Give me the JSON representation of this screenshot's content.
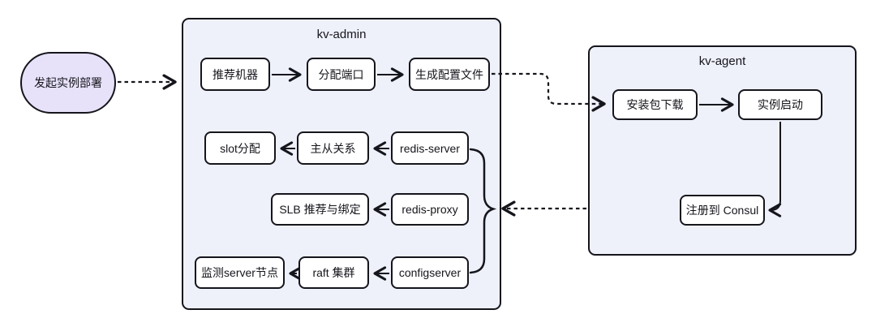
{
  "theme": {
    "stroke": "#15151c",
    "container_fill": "#eef0fa",
    "node_fill": "#ffffff",
    "stadium_fill": "#e7e1f9",
    "canvas_bg": "#ffffff",
    "text": "#15151c"
  },
  "diagram": {
    "start": {
      "label": "发起实例部署"
    },
    "kv_admin": {
      "title": "kv-admin",
      "nodes": {
        "recommend": "推荐机器",
        "port": "分配端口",
        "genconfig": "生成配置文件",
        "slot": "slot分配",
        "master_slave": "主从关系",
        "redis_server": "redis-server",
        "slb": "SLB 推荐与绑定",
        "redis_proxy": "redis-proxy",
        "monitor": "监测server节点",
        "raft": "raft 集群",
        "configserver": "configserver"
      }
    },
    "kv_agent": {
      "title": "kv-agent",
      "nodes": {
        "download": "安装包下载",
        "start_instance": "实例启动",
        "register": "注册到 Consul"
      }
    }
  }
}
